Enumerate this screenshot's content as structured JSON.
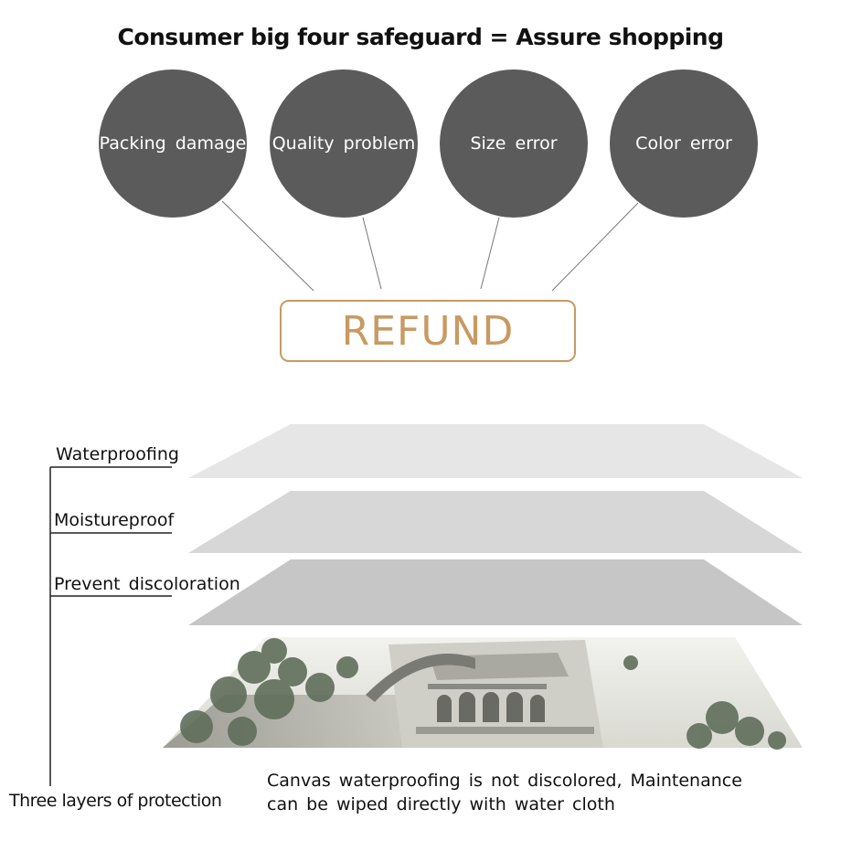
{
  "title": "Consumer big four safeguard = Assure shopping",
  "safeguards": [
    {
      "label": "Packing  damage"
    },
    {
      "label": "Quality  problem"
    },
    {
      "label": "Size  error"
    },
    {
      "label": "Color  error"
    }
  ],
  "refund_label": "REFUND",
  "layers": [
    {
      "label": "Waterproofing"
    },
    {
      "label": "Moistureproof"
    },
    {
      "label": "Prevent  discoloration"
    }
  ],
  "protection_label": "Three layers of protection",
  "caption": {
    "line1": "Canvas  waterproofing  is  not  discolored,  Maintenance",
    "line2": "can  be  wiped  directly  with  water  cloth"
  },
  "colors": {
    "circle": "#5b5b5b",
    "refund": "#c89a63"
  }
}
